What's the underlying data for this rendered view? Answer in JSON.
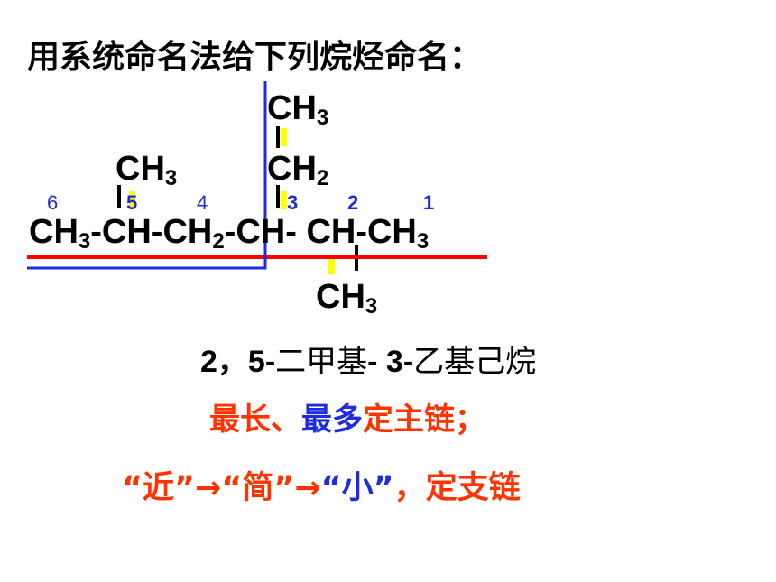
{
  "title": "用系统命名法给下列烷烃命名：",
  "structure": {
    "top_ch": "CH",
    "top_sub": "3",
    "ethyl_ch": "CH",
    "ethyl_sub": "2",
    "left_methyl_ch": "CH",
    "left_methyl_sub": "3",
    "bottom_methyl_ch": "CH",
    "bottom_methyl_sub": "3",
    "main_chain": [
      {
        "t": "CH",
        "s": "3"
      },
      {
        "t": "-CH-CH",
        "s": "2"
      },
      {
        "t": "-CH- CH-CH",
        "s": "3"
      }
    ],
    "numbers": [
      "6",
      "5",
      "4",
      "3",
      "2",
      "1"
    ]
  },
  "answer": {
    "part1": "2，5-",
    "part2": "二甲基",
    "part3": "- 3-",
    "part4": "乙基己烷"
  },
  "rule1": {
    "a": "最长、",
    "b": "最多",
    "c": "定主链；"
  },
  "rule2": {
    "a": "“近”→“简”→",
    "b": "“小”",
    "c": "，定支链"
  },
  "colors": {
    "red": "#ff3300",
    "blue": "#1f2be0",
    "highlight": "#ffff00",
    "line_red": "#ff0000",
    "line_blue": "#1f2be0"
  }
}
